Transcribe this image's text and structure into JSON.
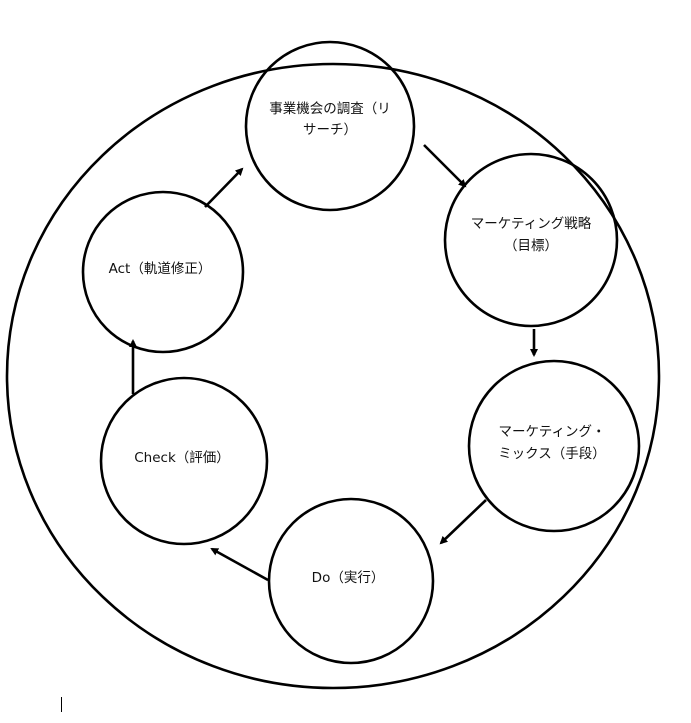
{
  "diagram": {
    "title": "Marketing PDCA cycle",
    "nodes": [
      {
        "id": "research",
        "lines": [
          "事業機会の調査（リ",
          "サーチ）"
        ]
      },
      {
        "id": "strategy",
        "lines": [
          "マーケティング戦略",
          "（目標）"
        ]
      },
      {
        "id": "mix",
        "lines": [
          "マーケティング・",
          "ミックス（手段）"
        ]
      },
      {
        "id": "do",
        "lines": [
          "Do（実行）"
        ]
      },
      {
        "id": "check",
        "lines": [
          "Check（評価）"
        ]
      },
      {
        "id": "act",
        "lines": [
          "Act（軌道修正）"
        ]
      }
    ],
    "edges": [
      {
        "from": "research",
        "to": "strategy"
      },
      {
        "from": "strategy",
        "to": "mix"
      },
      {
        "from": "mix",
        "to": "do"
      },
      {
        "from": "do",
        "to": "check"
      },
      {
        "from": "check",
        "to": "act"
      },
      {
        "from": "act",
        "to": "research"
      }
    ]
  }
}
